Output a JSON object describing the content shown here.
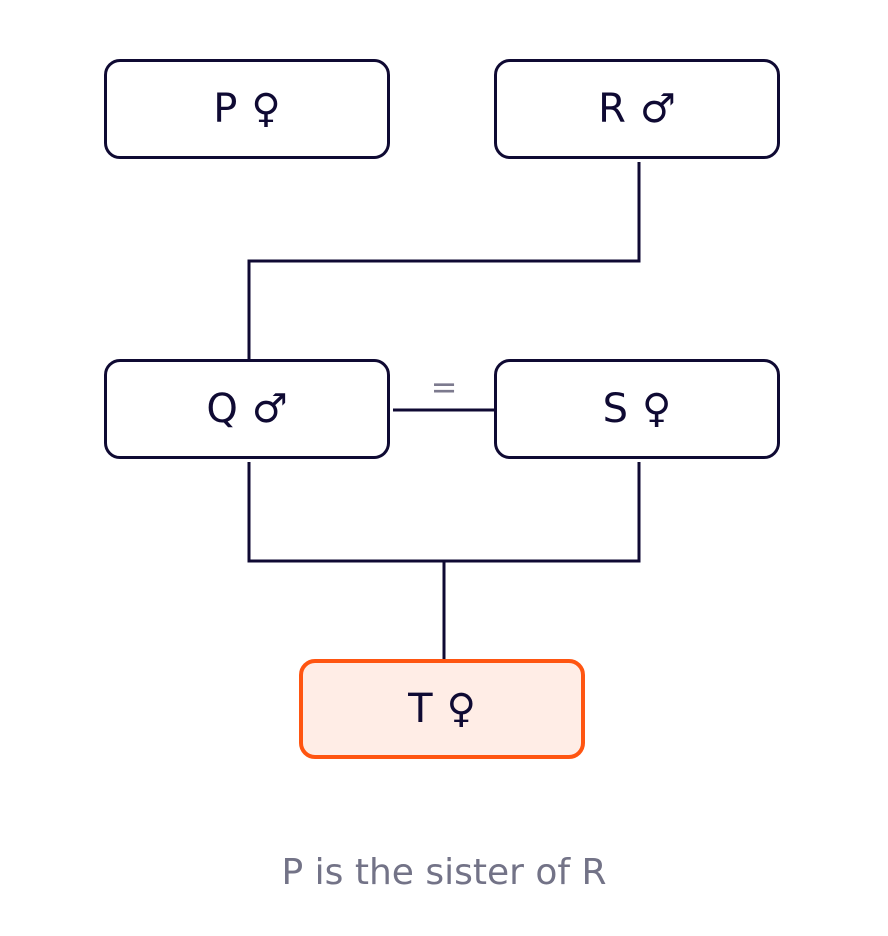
{
  "people": {
    "p": {
      "name": "P",
      "symbol": "♀"
    },
    "r": {
      "name": "R",
      "symbol": "♂"
    },
    "q": {
      "name": "Q",
      "symbol": "♂"
    },
    "s": {
      "name": "S",
      "symbol": "♀"
    },
    "t": {
      "name": "T",
      "symbol": "♀"
    }
  },
  "marriage_symbol": "=",
  "caption": "P is the sister of R",
  "colors": {
    "line": "#0f0a33",
    "highlight_border": "#ff5511",
    "highlight_fill": "#ffede6",
    "caption": "#737387"
  }
}
